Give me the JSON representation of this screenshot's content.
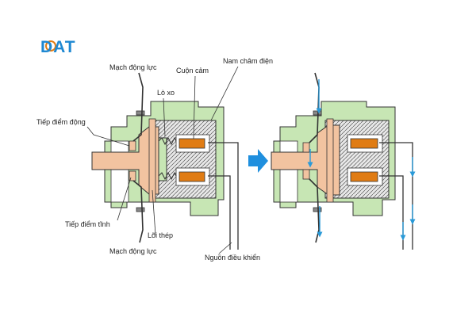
{
  "logo": {
    "text": "DAT"
  },
  "labels": {
    "mach_dong_luc_top": "Mạch động lực",
    "cuon_cam": "Cuộn cảm",
    "nam_cham_dien": "Nam châm điện",
    "lo_xo": "Lò xo",
    "tiep_diem_dong": "Tiếp điểm động",
    "tiep_diem_tinh": "Tiếp điểm tĩnh",
    "loi_thep": "Lõi thép",
    "mach_dong_luc_bottom": "Mạch động lực",
    "nguon_dieu_khien": "Nguồn điều khiển"
  },
  "colors": {
    "housing": "#c7e6b4",
    "core": "#f2c3a0",
    "coil": "#e07c14",
    "arrow": "#1f8fde",
    "flow": "#2a9ad8",
    "line": "#333333"
  }
}
